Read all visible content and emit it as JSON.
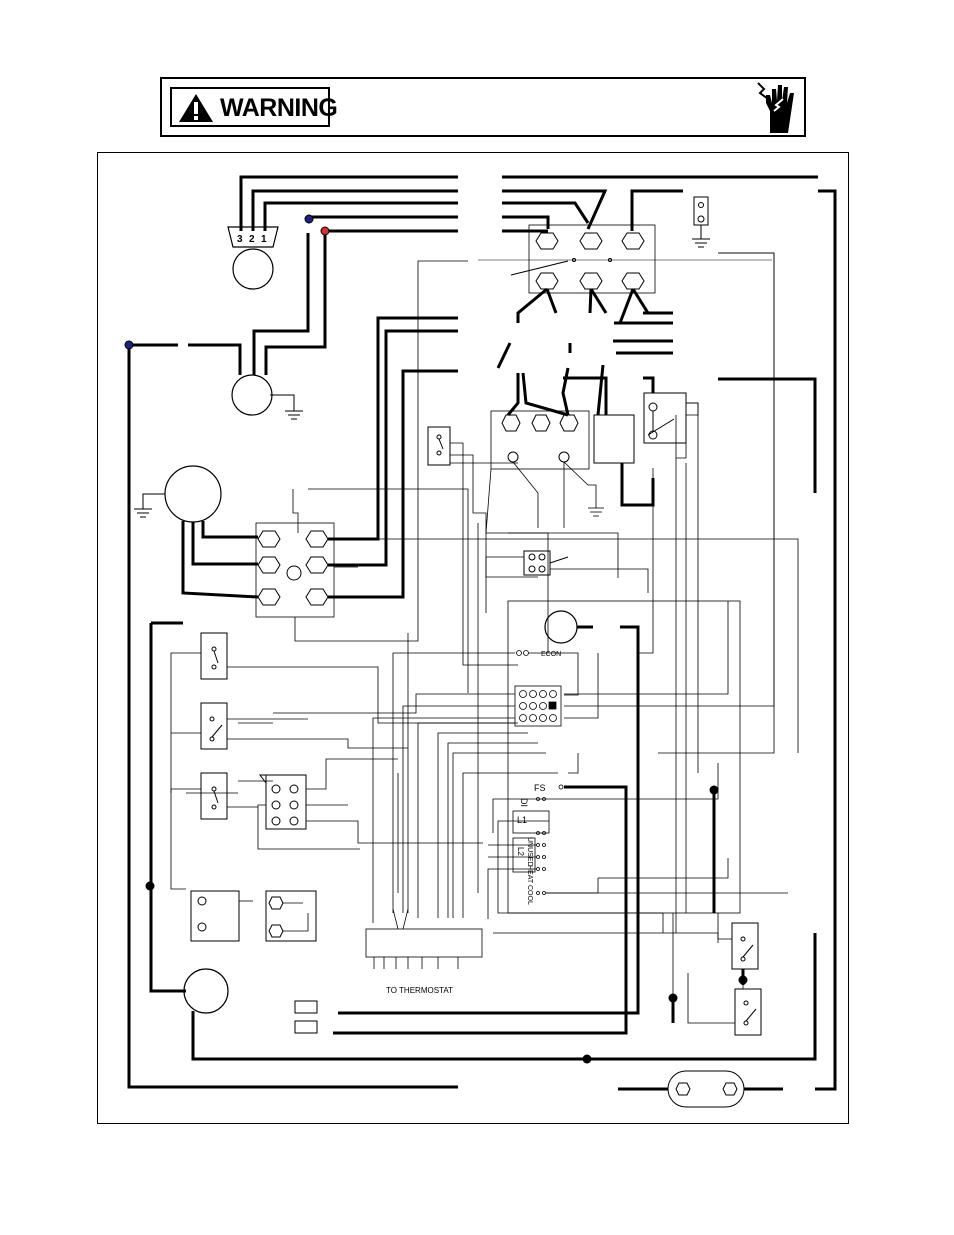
{
  "header": {
    "warning_label": "WARNING"
  },
  "icons": {
    "warning": "warning-triangle-icon",
    "hazard": "electric-shock-hand-icon"
  },
  "diagram": {
    "motor_terminals": [
      "3",
      "2",
      "1"
    ],
    "labels": {
      "econ": "ECON",
      "fs": "FS",
      "di": "DI",
      "l1": "L1",
      "l2": "L2",
      "unused": "UNUSED",
      "heat": "HEAT",
      "cool": "COOL",
      "to_thermostat": "TO THERMOSTAT"
    }
  },
  "colors": {
    "line": "#000000",
    "terminal_blue": "#1a237e",
    "terminal_red": "#d32f2f"
  }
}
